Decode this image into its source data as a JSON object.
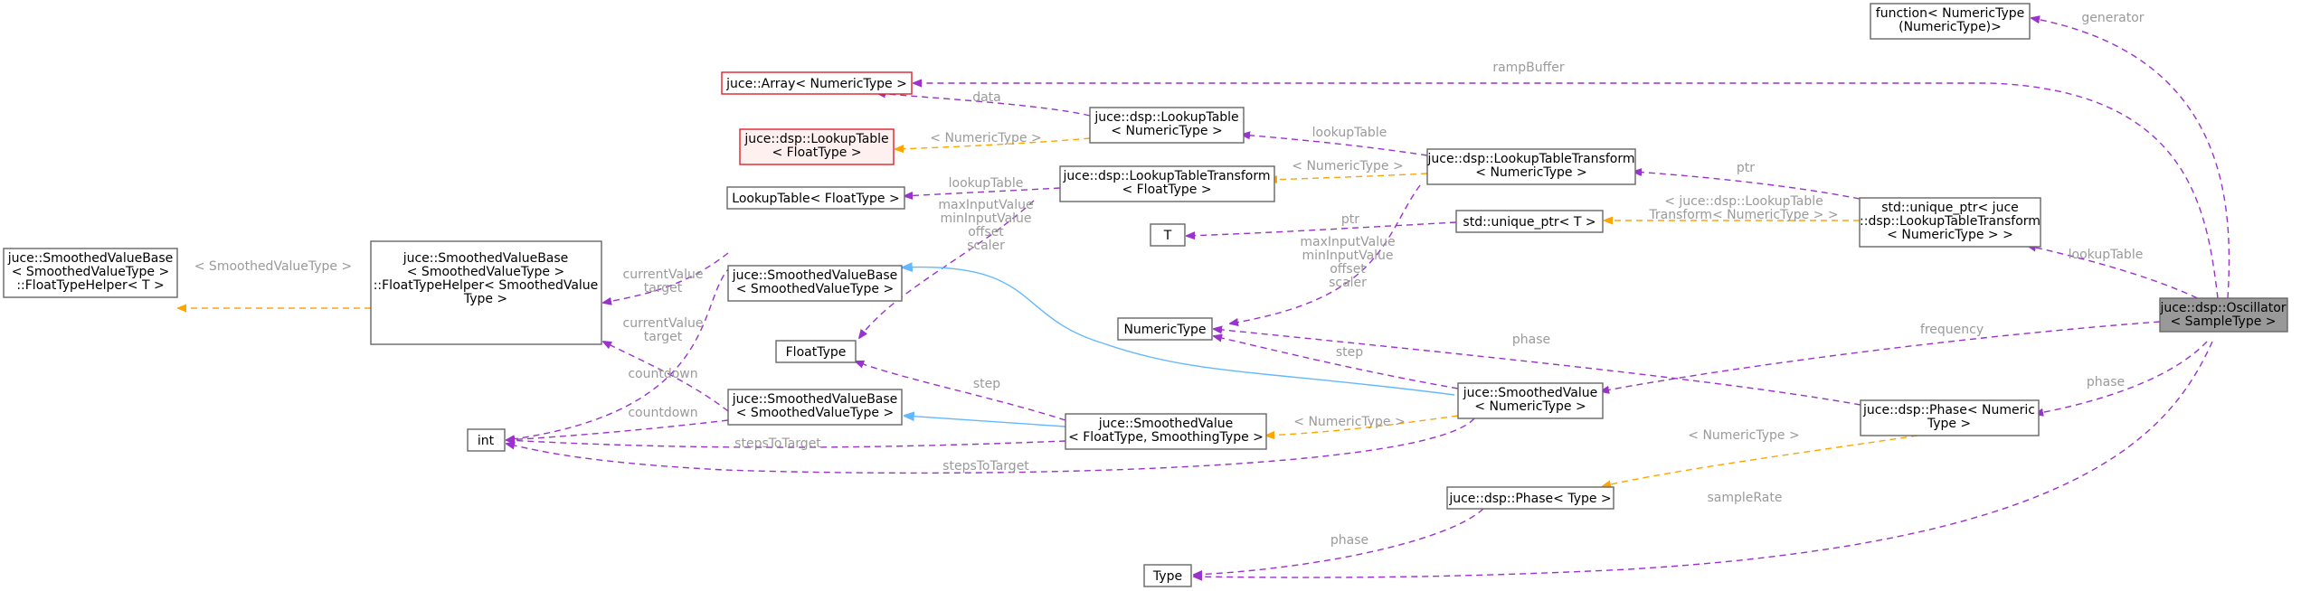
{
  "colors": {
    "usage_edge": "#9a32cd",
    "template_edge": "#ffa500",
    "inheritance_edge": "#63b8ff",
    "focus_fill": "#999999",
    "missing_node_border": "#e0202a"
  },
  "nodes": {
    "oscillator": [
      "juce::dsp::Oscillator",
      "< SampleType >"
    ],
    "function_numeric": [
      "function< NumericType",
      "(NumericType)>"
    ],
    "array_numeric": [
      "juce::Array< NumericType >"
    ],
    "lookup_table_numeric": [
      "juce::dsp::LookupTable",
      "< NumericType >"
    ],
    "lookup_table_float_red": [
      "juce::dsp::LookupTable",
      "< FloatType >"
    ],
    "lookup_table_float": [
      "LookupTable< FloatType >"
    ],
    "ltt_float": [
      "juce::dsp::LookupTableTransform",
      "< FloatType >"
    ],
    "ltt_numeric": [
      "juce::dsp::LookupTableTransform",
      "< NumericType >"
    ],
    "unique_ptr_ltt": [
      "std::unique_ptr< juce",
      "::dsp::LookupTableTransform",
      "< NumericType > >"
    ],
    "t_type": [
      "T"
    ],
    "unique_ptr_t": [
      "std::unique_ptr< T >"
    ],
    "svb_floattypehelper_t": [
      "juce::SmoothedValueBase",
      "< SmoothedValueType >",
      "::FloatTypeHelper< T >"
    ],
    "svb_floattypehelper_svt": [
      "juce::SmoothedValueBase",
      "< SmoothedValueType >",
      "::FloatTypeHelper< SmoothedValue",
      "Type >"
    ],
    "svb_top": [
      "juce::SmoothedValueBase",
      "< SmoothedValueType >"
    ],
    "float_type": [
      "FloatType"
    ],
    "svb_bottom": [
      "juce::SmoothedValueBase",
      "< SmoothedValueType >"
    ],
    "int_type": [
      "int"
    ],
    "numeric_type": [
      "NumericType"
    ],
    "smoothed_value_float": [
      "juce::SmoothedValue",
      "< FloatType, SmoothingType >"
    ],
    "smoothed_value_numeric": [
      "juce::SmoothedValue",
      "< NumericType >"
    ],
    "phase_numeric": [
      "juce::dsp::Phase< Numeric",
      "Type >"
    ],
    "phase_type": [
      "juce::dsp::Phase< Type >"
    ],
    "type_type": [
      "Type"
    ]
  },
  "edge_labels": {
    "generator": [
      "generator"
    ],
    "rampBuffer": [
      "rampBuffer"
    ],
    "data": [
      "data"
    ],
    "lt_numeric_tpl": [
      "< NumericType >"
    ],
    "lookupTable_1": [
      "lookupTable"
    ],
    "lookupTable_2": [
      "lookupTable"
    ],
    "ltt_numeric_tpl": [
      "< NumericType >"
    ],
    "ptr_1": [
      "ptr"
    ],
    "ptr_2": [
      "ptr"
    ],
    "unique_ptr_tpl": [
      "< juce::dsp::LookupTable",
      "Transform< NumericType > >"
    ],
    "lookupTable_3": [
      "lookupTable"
    ],
    "ltt_float_members": [
      "maxInputValue",
      "minInputValue",
      "offset",
      "scaler"
    ],
    "ltt_numeric_members": [
      "maxInputValue",
      "minInputValue",
      "offset",
      "scaler"
    ],
    "smoothed_value_type_tpl": [
      "< SmoothedValueType >"
    ],
    "current_value_1": [
      "currentValue",
      "target"
    ],
    "current_value_2": [
      "currentValue",
      "target"
    ],
    "countdown_1": [
      "countdown"
    ],
    "countdown_2": [
      "countdown"
    ],
    "step_1": [
      "step"
    ],
    "step_2": [
      "step"
    ],
    "frequency": [
      "frequency"
    ],
    "phase_1": [
      "phase"
    ],
    "phase_2": [
      "phase"
    ],
    "phase_3": [
      "phase"
    ],
    "steps_to_target_1": [
      "stepsToTarget"
    ],
    "steps_to_target_2": [
      "stepsToTarget"
    ],
    "sv_numeric_tpl": [
      "< NumericType >"
    ],
    "phase_numeric_tpl": [
      "< NumericType >"
    ],
    "sampleRate": [
      "sampleRate"
    ]
  }
}
